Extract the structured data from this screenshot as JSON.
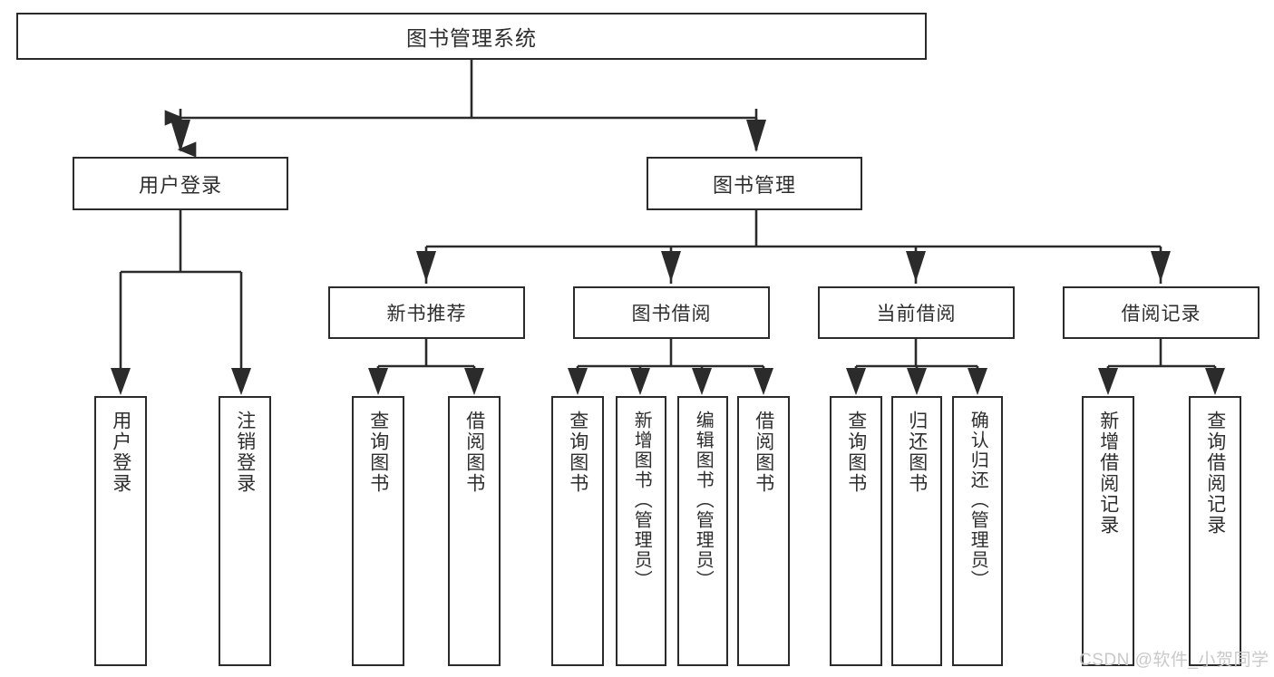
{
  "diagram": {
    "title": "图书管理系统",
    "watermark": "CSDN @软件_小贺同学",
    "colors": {
      "background": "#ffffff",
      "box_border": "#2b2b2b",
      "box_fill": "#ffffff",
      "text": "#2e2e2e",
      "connector": "#2b2b2b",
      "watermark": "#c9c9c9"
    },
    "nodes": {
      "root": {
        "label": "图书管理系统"
      },
      "level1": [
        {
          "label": "用户登录"
        },
        {
          "label": "图书管理"
        }
      ],
      "level2": [
        {
          "label": "新书推荐"
        },
        {
          "label": "图书借阅"
        },
        {
          "label": "当前借阅"
        },
        {
          "label": "借阅记录"
        }
      ],
      "leaves": {
        "user_login": [
          {
            "label": "用户登录"
          },
          {
            "label": "注销登录"
          }
        ],
        "new_book_recommend": [
          {
            "label": "查询图书"
          },
          {
            "label": "借阅图书"
          }
        ],
        "book_borrow": [
          {
            "label": "查询图书"
          },
          {
            "label": "新增图书（管理员）"
          },
          {
            "label": "编辑图书（管理员）"
          },
          {
            "label": "借阅图书"
          }
        ],
        "current_borrow": [
          {
            "label": "查询图书"
          },
          {
            "label": "归还图书"
          },
          {
            "label": "确认归还（管理员）"
          }
        ],
        "borrow_record": [
          {
            "label": "新增借阅记录"
          },
          {
            "label": "查询借阅记录"
          }
        ]
      }
    }
  }
}
